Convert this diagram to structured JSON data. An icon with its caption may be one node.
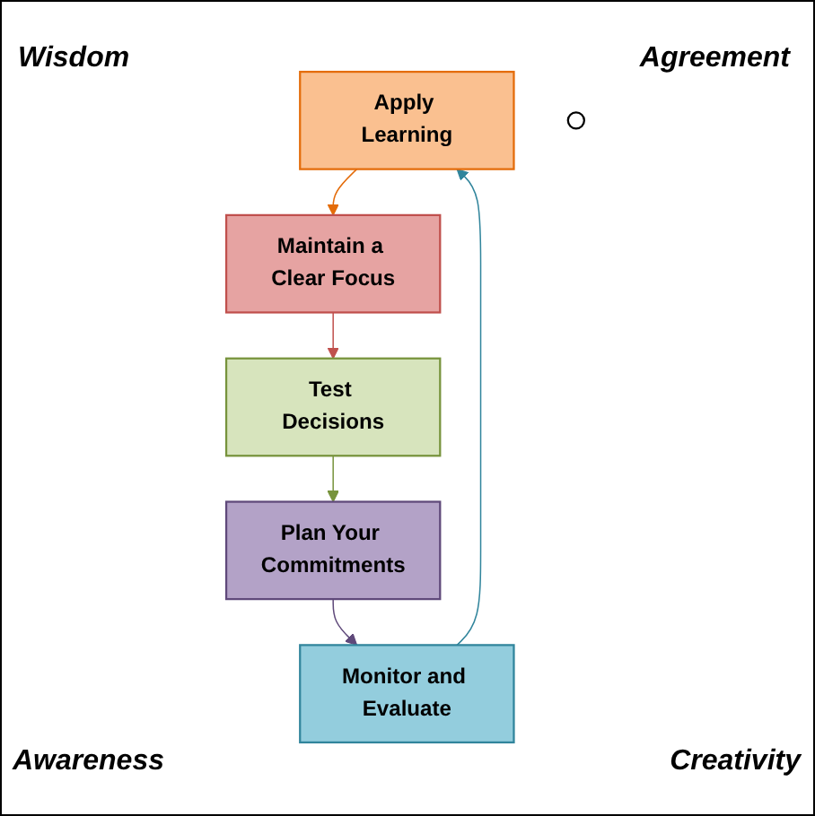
{
  "diagram": {
    "nodes": [
      {
        "text": [
          "Apply Learning"
        ]
      },
      {
        "text": [
          "Maintain a Clear Focus"
        ]
      },
      {
        "text": [
          "Test Decisions"
        ]
      },
      {
        "text": [
          "Plan Your Commitments"
        ]
      },
      {
        "text": [
          "Monitor and Evaluate"
        ]
      },
      {
        "text": [],
        "shape": "circle"
      }
    ],
    "edges": [
      {
        "from": 0,
        "to": 1,
        "arrow": "to",
        "color": "#e46c0a"
      },
      {
        "from": 1,
        "to": 2,
        "arrow": "to",
        "color": "#c0504d"
      },
      {
        "from": 2,
        "to": 3,
        "arrow": "to",
        "color": "#77933c"
      },
      {
        "from": 3,
        "to": 4,
        "arrow": "to",
        "color": "#5f497a"
      },
      {
        "from": 4,
        "to": 0,
        "arrow": "to",
        "color": "#31859c"
      }
    ],
    "labels": [
      "Wisdom",
      "Agreement",
      "Awareness",
      "Creativity"
    ]
  }
}
